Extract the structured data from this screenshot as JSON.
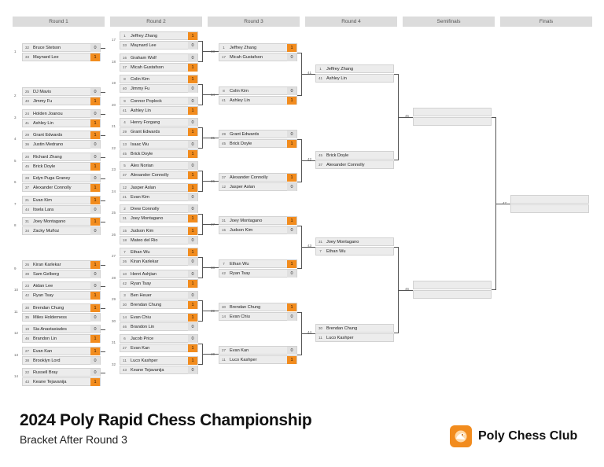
{
  "rounds": [
    "Round 1",
    "Round 2",
    "Round 3",
    "Round 4",
    "Semifinals",
    "Finals"
  ],
  "round1": [
    {
      "num": "1",
      "p": [
        {
          "seed": "32",
          "name": "Bruce Stetson",
          "score": "0",
          "win": false
        },
        {
          "seed": "33",
          "name": "Maynard Lee",
          "score": "1",
          "win": true
        }
      ]
    },
    {
      "num": "2",
      "p": [
        {
          "seed": "25",
          "name": "DJ Mavis",
          "score": "0",
          "win": false
        },
        {
          "seed": "40",
          "name": "Jimmy Fu",
          "score": "1",
          "win": true
        }
      ]
    },
    {
      "num": "3",
      "p": [
        {
          "seed": "24",
          "name": "Holden Joanou",
          "score": "0",
          "win": false
        },
        {
          "seed": "41",
          "name": "Ashley Lin",
          "score": "1",
          "win": true
        }
      ]
    },
    {
      "num": "4",
      "p": [
        {
          "seed": "29",
          "name": "Grant Edwards",
          "score": "1",
          "win": true
        },
        {
          "seed": "36",
          "name": "Justin Medrano",
          "score": "0",
          "win": false
        }
      ]
    },
    {
      "num": "5",
      "p": [
        {
          "seed": "20",
          "name": "Richard Zhang",
          "score": "0",
          "win": false
        },
        {
          "seed": "45",
          "name": "Brick Doyle",
          "score": "1",
          "win": true
        }
      ]
    },
    {
      "num": "6",
      "p": [
        {
          "seed": "28",
          "name": "Edyn Puga Graney",
          "score": "0",
          "win": false
        },
        {
          "seed": "37",
          "name": "Alexander Connolly",
          "score": "1",
          "win": true
        }
      ]
    },
    {
      "num": "7",
      "p": [
        {
          "seed": "21",
          "name": "Evan Kim",
          "score": "1",
          "win": true
        },
        {
          "seed": "44",
          "name": "Itsela Lara",
          "score": "0",
          "win": false
        }
      ]
    },
    {
      "num": "8",
      "p": [
        {
          "seed": "31",
          "name": "Joey Montagano",
          "score": "1",
          "win": true
        },
        {
          "seed": "34",
          "name": "Zacky Muñoz",
          "score": "0",
          "win": false
        }
      ]
    },
    {
      "num": "9",
      "p": [
        {
          "seed": "26",
          "name": "Kiran Karlekar",
          "score": "1",
          "win": true
        },
        {
          "seed": "39",
          "name": "Sam Gelberg",
          "score": "0",
          "win": false
        }
      ]
    },
    {
      "num": "10",
      "p": [
        {
          "seed": "23",
          "name": "Aidan Lee",
          "score": "0",
          "win": false
        },
        {
          "seed": "42",
          "name": "Ryan Tsay",
          "score": "1",
          "win": true
        }
      ]
    },
    {
      "num": "11",
      "p": [
        {
          "seed": "30",
          "name": "Brendan Chung",
          "score": "1",
          "win": true
        },
        {
          "seed": "35",
          "name": "Miles Holderness",
          "score": "0",
          "win": false
        }
      ]
    },
    {
      "num": "12",
      "p": [
        {
          "seed": "19",
          "name": "Sia Anastasiades",
          "score": "0",
          "win": false
        },
        {
          "seed": "46",
          "name": "Brandon Lin",
          "score": "1",
          "win": true
        }
      ]
    },
    {
      "num": "13",
      "p": [
        {
          "seed": "27",
          "name": "Evan Kan",
          "score": "1",
          "win": true
        },
        {
          "seed": "38",
          "name": "Brooklyn Lord",
          "score": "0",
          "win": false
        }
      ]
    },
    {
      "num": "14",
      "p": [
        {
          "seed": "22",
          "name": "Russell Bray",
          "score": "0",
          "win": false
        },
        {
          "seed": "43",
          "name": "Keane Tejavanija",
          "score": "1",
          "win": true
        }
      ]
    }
  ],
  "round2": [
    {
      "num": "17",
      "p": [
        {
          "seed": "1",
          "name": "Jeffrey Zhang",
          "score": "1",
          "win": true
        },
        {
          "seed": "33",
          "name": "Maynard Lee",
          "score": "0",
          "win": false
        }
      ]
    },
    {
      "num": "18",
      "p": [
        {
          "seed": "16",
          "name": "Graham Wolf",
          "score": "0",
          "win": false
        },
        {
          "seed": "17",
          "name": "Micah Gustafson",
          "score": "1",
          "win": true
        }
      ]
    },
    {
      "num": "19",
      "p": [
        {
          "seed": "8",
          "name": "Colin Kim",
          "score": "1",
          "win": true
        },
        {
          "seed": "40",
          "name": "Jimmy Fu",
          "score": "0",
          "win": false
        }
      ]
    },
    {
      "num": "20",
      "p": [
        {
          "seed": "9",
          "name": "Connor Poplock",
          "score": "0",
          "win": false
        },
        {
          "seed": "41",
          "name": "Ashley Lin",
          "score": "1",
          "win": true
        }
      ]
    },
    {
      "num": "21",
      "p": [
        {
          "seed": "4",
          "name": "Henry Forgang",
          "score": "0",
          "win": false
        },
        {
          "seed": "29",
          "name": "Grant Edwards",
          "score": "1",
          "win": true
        }
      ]
    },
    {
      "num": "22",
      "p": [
        {
          "seed": "13",
          "name": "Isaac Wu",
          "score": "0",
          "win": false
        },
        {
          "seed": "45",
          "name": "Brick Doyle",
          "score": "1",
          "win": true
        }
      ]
    },
    {
      "num": "23",
      "p": [
        {
          "seed": "5",
          "name": "Alex Norian",
          "score": "0",
          "win": false
        },
        {
          "seed": "37",
          "name": "Alexander Connolly",
          "score": "1",
          "win": true
        }
      ]
    },
    {
      "num": "24",
      "p": [
        {
          "seed": "12",
          "name": "Jasper Aslan",
          "score": "1",
          "win": true
        },
        {
          "seed": "21",
          "name": "Evan Kim",
          "score": "0",
          "win": false
        }
      ]
    },
    {
      "num": "25",
      "p": [
        {
          "seed": "2",
          "name": "Drew Connolly",
          "score": "0",
          "win": false
        },
        {
          "seed": "31",
          "name": "Joey Montagano",
          "score": "1",
          "win": true
        }
      ]
    },
    {
      "num": "26",
      "p": [
        {
          "seed": "15",
          "name": "Judson Kim",
          "score": "1",
          "win": true
        },
        {
          "seed": "18",
          "name": "Mateo del Rio",
          "score": "0",
          "win": false
        }
      ]
    },
    {
      "num": "27",
      "p": [
        {
          "seed": "7",
          "name": "Ethan Wu",
          "score": "1",
          "win": true
        },
        {
          "seed": "26",
          "name": "Kiran Karlekar",
          "score": "0",
          "win": false
        }
      ]
    },
    {
      "num": "28",
      "p": [
        {
          "seed": "10",
          "name": "Henri Ashjian",
          "score": "0",
          "win": false
        },
        {
          "seed": "42",
          "name": "Ryan Tsay",
          "score": "1",
          "win": true
        }
      ]
    },
    {
      "num": "29",
      "p": [
        {
          "seed": "3",
          "name": "Ben Heuer",
          "score": "0",
          "win": false
        },
        {
          "seed": "30",
          "name": "Brendan Chung",
          "score": "1",
          "win": true
        }
      ]
    },
    {
      "num": "30",
      "p": [
        {
          "seed": "14",
          "name": "Evan Chiu",
          "score": "1",
          "win": true
        },
        {
          "seed": "46",
          "name": "Brandon Lin",
          "score": "0",
          "win": false
        }
      ]
    },
    {
      "num": "31",
      "p": [
        {
          "seed": "6",
          "name": "Jacob Price",
          "score": "0",
          "win": false
        },
        {
          "seed": "27",
          "name": "Evan Kan",
          "score": "1",
          "win": true
        }
      ]
    },
    {
      "num": "32",
      "p": [
        {
          "seed": "11",
          "name": "Luco Kashper",
          "score": "1",
          "win": true
        },
        {
          "seed": "43",
          "name": "Keane Tejavanija",
          "score": "0",
          "win": false
        }
      ]
    }
  ],
  "round3": [
    {
      "num": "33",
      "p": [
        {
          "seed": "1",
          "name": "Jeffrey Zhang",
          "score": "1",
          "win": true
        },
        {
          "seed": "17",
          "name": "Micah Gustafson",
          "score": "0",
          "win": false
        }
      ]
    },
    {
      "num": "34",
      "p": [
        {
          "seed": "8",
          "name": "Colin Kim",
          "score": "0",
          "win": false
        },
        {
          "seed": "41",
          "name": "Ashley Lin",
          "score": "1",
          "win": true
        }
      ]
    },
    {
      "num": "35",
      "p": [
        {
          "seed": "29",
          "name": "Grant Edwards",
          "score": "0",
          "win": false
        },
        {
          "seed": "45",
          "name": "Brick Doyle",
          "score": "1",
          "win": true
        }
      ]
    },
    {
      "num": "36",
      "p": [
        {
          "seed": "37",
          "name": "Alexander Connolly",
          "score": "1",
          "win": true
        },
        {
          "seed": "12",
          "name": "Jasper Aslan",
          "score": "0",
          "win": false
        }
      ]
    },
    {
      "num": "37",
      "p": [
        {
          "seed": "31",
          "name": "Joey Montagano",
          "score": "1",
          "win": true
        },
        {
          "seed": "15",
          "name": "Judson Kim",
          "score": "0",
          "win": false
        }
      ]
    },
    {
      "num": "38",
      "p": [
        {
          "seed": "7",
          "name": "Ethan Wu",
          "score": "1",
          "win": true
        },
        {
          "seed": "42",
          "name": "Ryan Tsay",
          "score": "0",
          "win": false
        }
      ]
    },
    {
      "num": "39",
      "p": [
        {
          "seed": "30",
          "name": "Brendan Chung",
          "score": "1",
          "win": true
        },
        {
          "seed": "14",
          "name": "Evan Chiu",
          "score": "0",
          "win": false
        }
      ]
    },
    {
      "num": "40",
      "p": [
        {
          "seed": "27",
          "name": "Evan Kan",
          "score": "0",
          "win": false
        },
        {
          "seed": "11",
          "name": "Luco Kashper",
          "score": "1",
          "win": true
        }
      ]
    }
  ],
  "round4": [
    {
      "num": "41",
      "p": [
        {
          "seed": "1",
          "name": "Jeffrey Zhang",
          "score": "",
          "win": false
        },
        {
          "seed": "41",
          "name": "Ashley Lin",
          "score": "",
          "win": false
        }
      ]
    },
    {
      "num": "42",
      "p": [
        {
          "seed": "45",
          "name": "Brick Doyle",
          "score": "",
          "win": false
        },
        {
          "seed": "37",
          "name": "Alexander Connolly",
          "score": "",
          "win": false
        }
      ]
    },
    {
      "num": "43",
      "p": [
        {
          "seed": "31",
          "name": "Joey Montagano",
          "score": "",
          "win": false
        },
        {
          "seed": "7",
          "name": "Ethan Wu",
          "score": "",
          "win": false
        }
      ]
    },
    {
      "num": "44",
      "p": [
        {
          "seed": "30",
          "name": "Brendan Chung",
          "score": "",
          "win": false
        },
        {
          "seed": "11",
          "name": "Luco Kashper",
          "score": "",
          "win": false
        }
      ]
    }
  ],
  "semifinals": [
    {
      "num": "45",
      "p": [
        {
          "seed": "",
          "name": "",
          "score": "",
          "win": false
        },
        {
          "seed": "",
          "name": "",
          "score": "",
          "win": false
        }
      ]
    },
    {
      "num": "46",
      "p": [
        {
          "seed": "",
          "name": "",
          "score": "",
          "win": false
        },
        {
          "seed": "",
          "name": "",
          "score": "",
          "win": false
        }
      ]
    }
  ],
  "finals": [
    {
      "num": "47",
      "p": [
        {
          "seed": "",
          "name": "",
          "score": "",
          "win": false
        },
        {
          "seed": "",
          "name": "",
          "score": "",
          "win": false
        }
      ]
    }
  ],
  "footer": {
    "title": "2024 Poly Rapid Chess Championship",
    "subtitle": "Bracket After Round 3",
    "brand": "Poly Chess Club"
  },
  "colors": {
    "win": "#f28c1e",
    "slot": "#ececec",
    "header": "#dcdcdc",
    "connector": "#555555"
  },
  "icons": {
    "logo": "chess-club-logo-icon"
  }
}
